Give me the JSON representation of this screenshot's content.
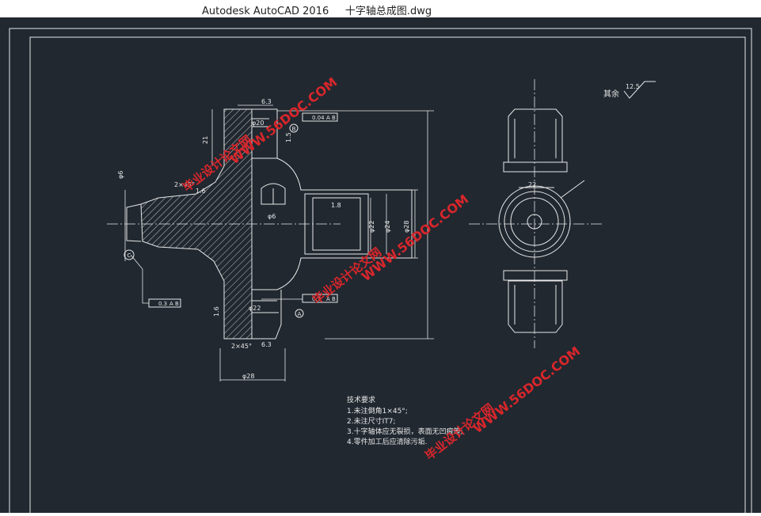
{
  "window": {
    "title": "Autodesk AutoCAD 2016     十字轴总成图.dwg"
  },
  "colors": {
    "canvas_bg": "#212830",
    "line": "#e8e8e8",
    "watermark": "#d9262b"
  },
  "drawing": {
    "dims": {
      "d63": "6.3",
      "d21": "21",
      "d16": "1.6",
      "d15": "1.5",
      "d20": "φ20",
      "d6": "φ6",
      "chamfer_top": "2×45°",
      "chamfer_bot": "2×45°",
      "d18": "1.8",
      "d6b": "φ6",
      "d22": "φ22",
      "d22b": "φ22",
      "d24": "φ24",
      "d28": "φ28",
      "d28b": "φ28",
      "d16b": "1.6",
      "d63b": "6.3",
      "d22c": "22"
    },
    "datums": {
      "a": "A",
      "b": "B",
      "c": "C"
    },
    "tolerances": {
      "t1_val": "0.04",
      "t1_ref": "A B",
      "t2_val": "0.3",
      "t2_ref": "A B",
      "t3_val": "0.3",
      "t3_ref": "A B"
    },
    "roughness": {
      "rest_label": "其余",
      "rest_value": "12.5"
    },
    "notes": {
      "heading": "技术要求",
      "line1": "1.未注倒角1×45°;",
      "line2": "2.未注尺寸IT7;",
      "line3": "3.十字轴体应无裂损，表面无凹痕等;",
      "line4": "4.零件加工后应清除污垢."
    },
    "watermarks": {
      "wm1_site": "WWW.56DOC.COM",
      "wm1_cn": "毕业设计论文网",
      "wm2_site": "WWW.56DOC.COM",
      "wm2_cn": "毕业设计论文网",
      "wm3_site": "WWW.56DOC.COM",
      "wm3_cn": "毕业设计论文网"
    }
  }
}
